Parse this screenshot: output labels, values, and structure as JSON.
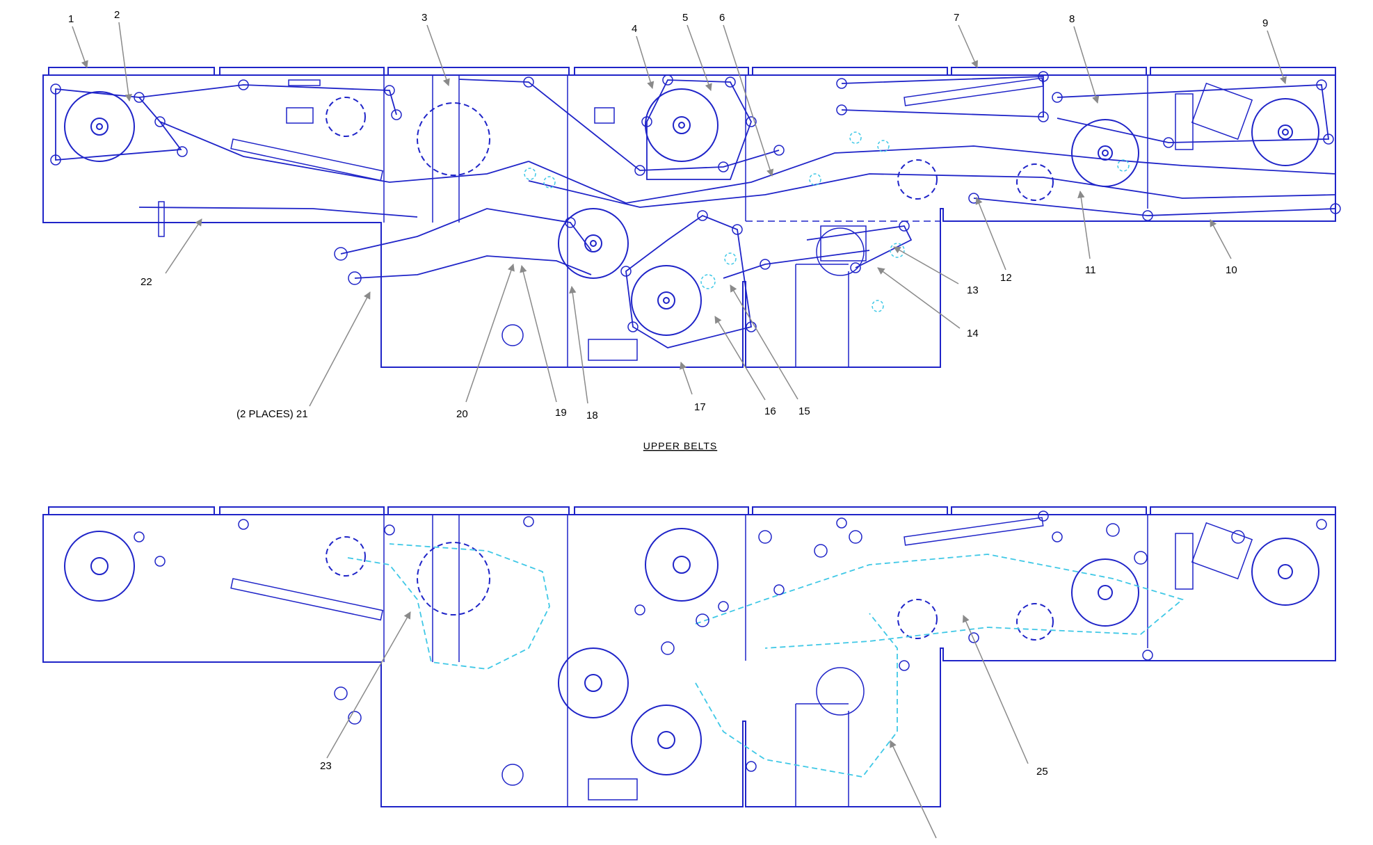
{
  "colors": {
    "background": "#ffffff",
    "machine": "#1f24c8",
    "belt_dashed": "#3fc8e6",
    "leader": "#8a8a8a",
    "text": "#000000"
  },
  "title": "UPPER BELTS",
  "callouts": {
    "c1": "1",
    "c2": "2",
    "c3": "3",
    "c4": "4",
    "c5": "5",
    "c6": "6",
    "c7": "7",
    "c8": "8",
    "c9": "9",
    "c10": "10",
    "c11": "11",
    "c12": "12",
    "c13": "13",
    "c14": "14",
    "c15": "15",
    "c16": "16",
    "c17": "17",
    "c18": "18",
    "c19": "19",
    "c20": "20",
    "c21": "(2 PLACES) 21",
    "c22": "22",
    "c23": "23",
    "c25": "25"
  }
}
